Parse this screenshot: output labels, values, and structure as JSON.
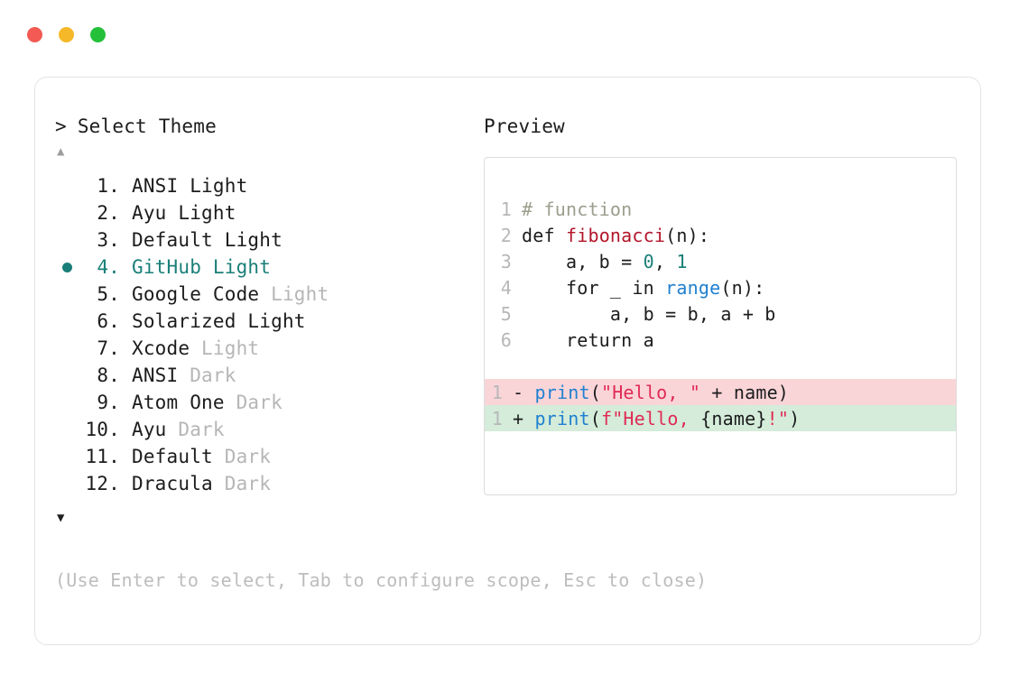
{
  "window": {
    "dots": [
      {
        "name": "close",
        "color": "#f25a53"
      },
      {
        "name": "minimize",
        "color": "#f4b829"
      },
      {
        "name": "maximize",
        "color": "#24c03a"
      }
    ]
  },
  "picker": {
    "caret": ">",
    "title": "Select Theme",
    "scroll_up": "▲",
    "scroll_down": "▼",
    "selected_index": 4,
    "items": [
      {
        "index": "1.",
        "name": "ANSI",
        "mode": "Light",
        "mode_dim": false,
        "selected": false
      },
      {
        "index": "2.",
        "name": "Ayu",
        "mode": "Light",
        "mode_dim": false,
        "selected": false
      },
      {
        "index": "3.",
        "name": "Default",
        "mode": "Light",
        "mode_dim": false,
        "selected": false
      },
      {
        "index": "4.",
        "name": "GitHub",
        "mode": "Light",
        "mode_dim": false,
        "selected": true
      },
      {
        "index": "5.",
        "name": "Google Code",
        "mode": "Light",
        "mode_dim": true,
        "selected": false
      },
      {
        "index": "6.",
        "name": "Solarized",
        "mode": "Light",
        "mode_dim": false,
        "selected": false
      },
      {
        "index": "7.",
        "name": "Xcode",
        "mode": "Light",
        "mode_dim": true,
        "selected": false
      },
      {
        "index": "8.",
        "name": "ANSI",
        "mode": "Dark",
        "mode_dim": true,
        "selected": false
      },
      {
        "index": "9.",
        "name": "Atom One",
        "mode": "Dark",
        "mode_dim": true,
        "selected": false
      },
      {
        "index": "10.",
        "name": "Ayu",
        "mode": "Dark",
        "mode_dim": true,
        "selected": false
      },
      {
        "index": "11.",
        "name": "Default",
        "mode": "Dark",
        "mode_dim": true,
        "selected": false
      },
      {
        "index": "12.",
        "name": "Dracula",
        "mode": "Dark",
        "mode_dim": true,
        "selected": false
      }
    ],
    "hint": "(Use Enter to select, Tab to configure scope, Esc to close)"
  },
  "preview": {
    "label": "Preview",
    "code_lines": [
      {
        "gutter": "1",
        "tokens": [
          {
            "t": "# function",
            "c": "comment"
          }
        ]
      },
      {
        "gutter": "2",
        "tokens": [
          {
            "t": "def ",
            "c": "plain"
          },
          {
            "t": "fibonacci",
            "c": "func"
          },
          {
            "t": "(n):",
            "c": "plain"
          }
        ]
      },
      {
        "gutter": "3",
        "tokens": [
          {
            "t": "    a, b = ",
            "c": "plain"
          },
          {
            "t": "0",
            "c": "num"
          },
          {
            "t": ", ",
            "c": "plain"
          },
          {
            "t": "1",
            "c": "num"
          }
        ]
      },
      {
        "gutter": "4",
        "tokens": [
          {
            "t": "    for _ in ",
            "c": "plain"
          },
          {
            "t": "range",
            "c": "builtin"
          },
          {
            "t": "(n):",
            "c": "plain"
          }
        ]
      },
      {
        "gutter": "5",
        "tokens": [
          {
            "t": "        a, b = b, a + b",
            "c": "plain"
          }
        ]
      },
      {
        "gutter": "6",
        "tokens": [
          {
            "t": "    return a",
            "c": "plain"
          }
        ]
      }
    ],
    "diff_lines": [
      {
        "gutter": "1",
        "sign": "- ",
        "kind": "del",
        "bg": "#fad5d8",
        "tokens": [
          {
            "t": "print",
            "c": "builtin"
          },
          {
            "t": "(",
            "c": "plain"
          },
          {
            "t": "\"Hello, \"",
            "c": "str"
          },
          {
            "t": " + name)",
            "c": "plain"
          }
        ]
      },
      {
        "gutter": "1",
        "sign": "+ ",
        "kind": "add",
        "bg": "#d4ecd9",
        "tokens": [
          {
            "t": "print",
            "c": "builtin"
          },
          {
            "t": "(",
            "c": "plain"
          },
          {
            "t": "f\"Hello, ",
            "c": "str"
          },
          {
            "t": "{name}",
            "c": "plain"
          },
          {
            "t": "!\"",
            "c": "str"
          },
          {
            "t": ")",
            "c": "plain"
          }
        ]
      }
    ]
  },
  "colors": {
    "accent": "#1a7f78",
    "text": "#1c1c1e",
    "dim": "#b6b6b8",
    "hint": "#bdbdbf",
    "diff_del_bg": "#fad5d8",
    "diff_add_bg": "#d4ecd9",
    "string": "#e02a55",
    "builtin": "#2080cf",
    "function": "#b3152a",
    "number": "#1a7f78",
    "comment": "#9d9d8e"
  }
}
